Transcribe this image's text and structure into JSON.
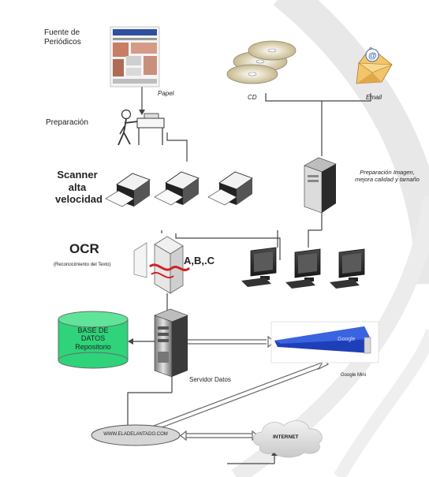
{
  "labels": {
    "fuente": "Fuente de Periódicos",
    "papel": "Papel",
    "cd": "CD",
    "email": "Email",
    "preparacion": "Preparación",
    "prep_right": "Preparación Imagen, mejora calidad y tamaño",
    "scanner": "Scanner alta velocidad",
    "ocr": "OCR",
    "ocr_sub": "(Reconocimiento del Texto)",
    "abc": "A,B,.C",
    "database": "BASE DE DATOS Repositorio",
    "servidor": "Servidor Datos",
    "google": "Google Mini",
    "website": "WWW.ELADELANTADO.COM",
    "internet": "INTERNET"
  },
  "colors": {
    "database_fill": "#2ed37a",
    "google_blue": "#1f3fb8",
    "ocr_wave": "#d42020",
    "background_arc": "#e4e4e4"
  }
}
